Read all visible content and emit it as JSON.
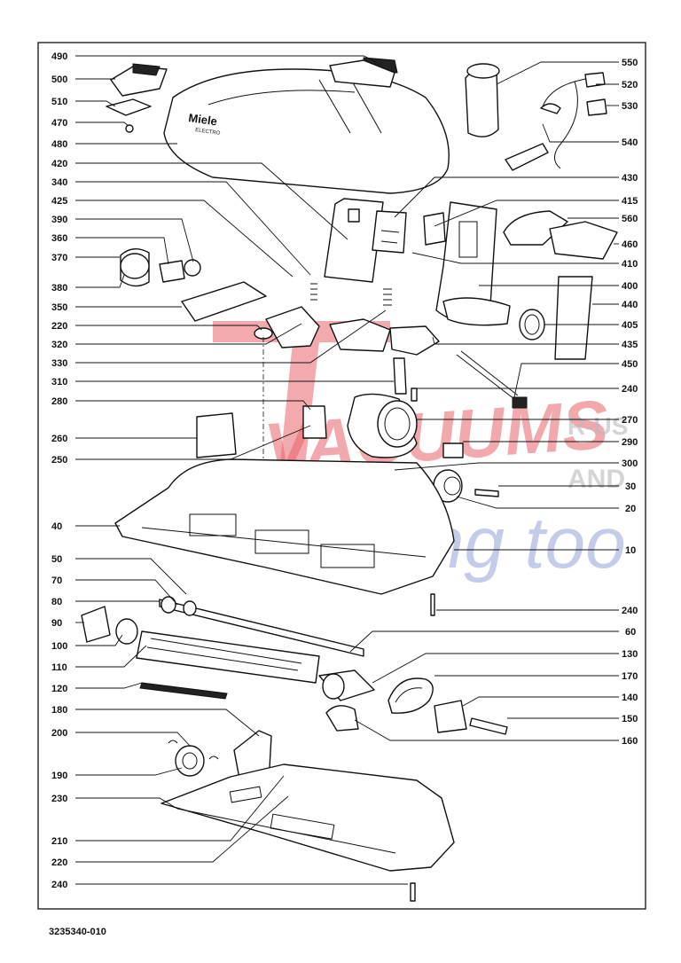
{
  "document_code": "3235340-010",
  "brand_mark": "Miele",
  "brand_sub": "ELECTRO",
  "watermark": {
    "line1": "VACUUMS",
    "line2": "R-US",
    "line3": "AND",
    "line4": "Sewing too"
  },
  "left_labels": [
    "490",
    "500",
    "510",
    "470",
    "480",
    "420",
    "340",
    "425",
    "390",
    "360",
    "370",
    "380",
    "350",
    "220",
    "320",
    "330",
    "310",
    "280",
    "260",
    "250",
    "40",
    "50",
    "70",
    "80",
    "90",
    "100",
    "110",
    "120",
    "180",
    "200",
    "190",
    "230",
    "210",
    "220",
    "240"
  ],
  "right_labels": [
    "550",
    "520",
    "530",
    "540",
    "430",
    "415",
    "560",
    "460",
    "410",
    "400",
    "440",
    "405",
    "435",
    "450",
    "240",
    "270",
    "290",
    "300",
    "30",
    "20",
    "10",
    "240",
    "60",
    "130",
    "170",
    "140",
    "150",
    "160"
  ],
  "colors": {
    "ink": "#111111",
    "watermark_red": "#e8646c",
    "watermark_blue": "#7f8fd0"
  }
}
